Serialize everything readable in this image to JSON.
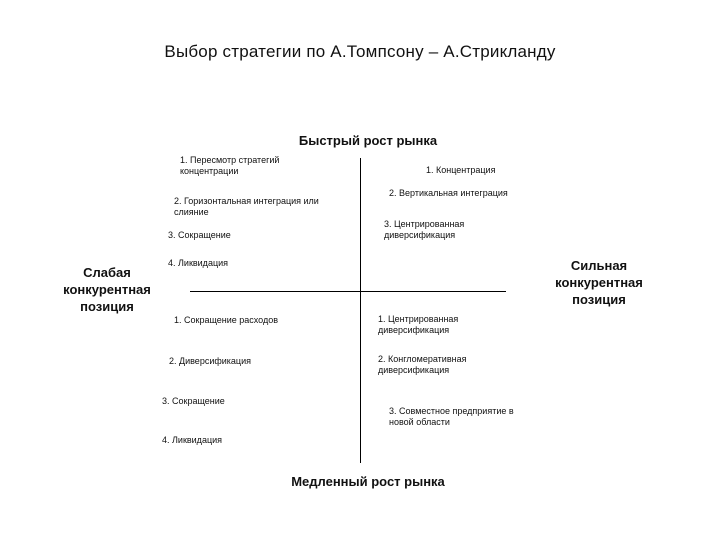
{
  "title": "Выбор стратегии по А.Томпсону – А.Стрикланду",
  "axes": {
    "top": "Быстрый рост рынка",
    "bottom": "Медленный рост рынка",
    "left": [
      "Слабая",
      "конкурентная",
      "позиция"
    ],
    "right": [
      "Сильная",
      "конкурентная",
      "позиция"
    ]
  },
  "quadrants": {
    "top_left": [
      "1. Пересмотр стратегий\nконцентрации",
      "2. Горизонтальная интеграция или\nслияние",
      "3. Сокращение",
      "4. Ликвидация"
    ],
    "top_right": [
      "1. Концентрация",
      "2. Вертикальная интеграция",
      "3. Центрированная\nдиверсификация"
    ],
    "bottom_left": [
      "1. Сокращение расходов",
      "2. Диверсификация",
      "3. Сокращение",
      "4. Ликвидация"
    ],
    "bottom_right": [
      "1. Центрированная\nдиверсификация",
      "2. Конгломеративная\nдиверсификация",
      "3. Совместное предприятие в\nновой области"
    ]
  }
}
